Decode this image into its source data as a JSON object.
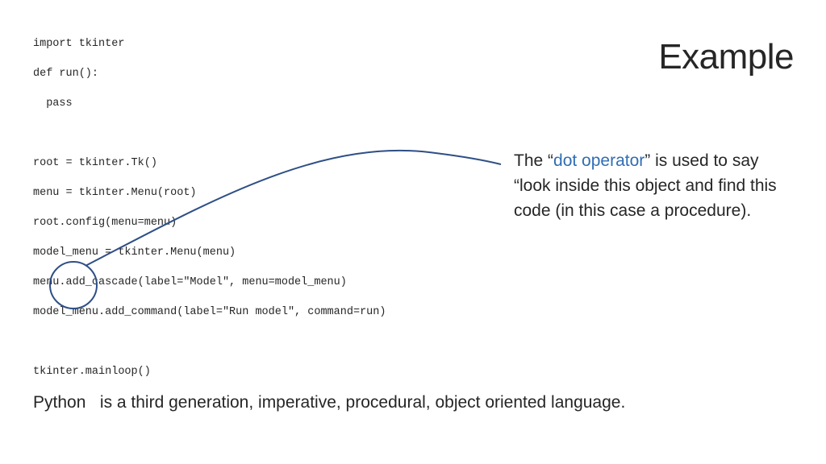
{
  "title": "Example",
  "code": {
    "lines": [
      "import tkinter",
      "def run():",
      "  pass",
      "root = tkinter.Tk()",
      "menu = tkinter.Menu(root)",
      "root.config(menu=menu)",
      "model_menu = tkinter.Menu(menu)",
      "menu.add_cascade(label=\"Model\", menu=model_menu)",
      "model_menu.add_command(label=\"Run model\", command=run)",
      "tkinter.mainloop()"
    ]
  },
  "callout": {
    "before": "The “",
    "highlight": "dot operator",
    "after": "” is used to say “look inside this object and find this code (in this case a procedure)."
  },
  "footer": {
    "term": "Python",
    "text": "is a third generation, imperative, procedural, object oriented language."
  },
  "colors": {
    "accent": "#2f6db5",
    "annotation": "#2e4f86",
    "text": "#262626"
  }
}
